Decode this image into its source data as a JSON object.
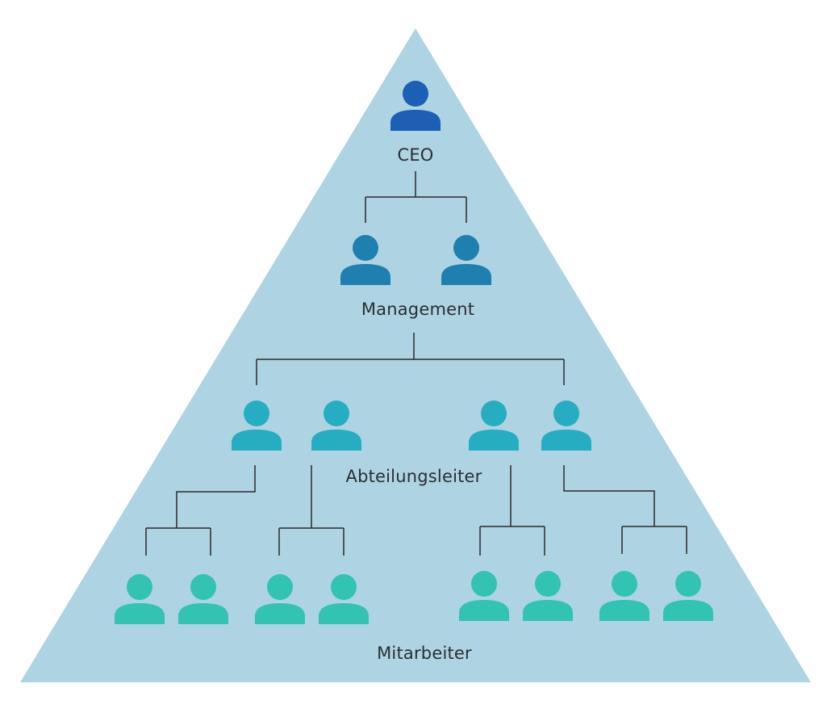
{
  "levels": {
    "ceo": "CEO",
    "management": "Management",
    "abteilungsleiter": "Abteilungsleiter",
    "mitarbeiter": "Mitarbeiter"
  },
  "colors": {
    "pyramid": "#aed3e3",
    "ceo": "#1b60b5",
    "management": "#1f7faf",
    "abteilungsleiter": "#27adc1",
    "mitarbeiter": "#32c3b3",
    "lines": "#2b2b2b",
    "text": "#2a2f33"
  },
  "icons": {
    "person": "person-icon"
  }
}
